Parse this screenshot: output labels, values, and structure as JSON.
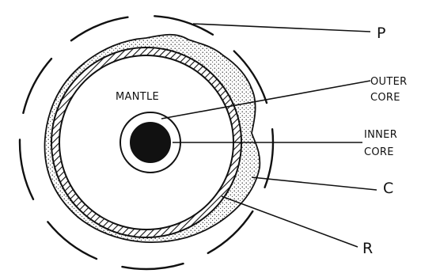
{
  "diagram": {
    "labels": {
      "mantle": "MANTLE",
      "outer_core_line1": "OUTER",
      "outer_core_line2": "CORE",
      "inner_core_line1": "INNER",
      "inner_core_line2": "CORE",
      "p": "P",
      "c": "C",
      "r": "R"
    },
    "colors": {
      "ink": "#111111",
      "paper": "#ffffff",
      "inner_core_fill": "#111111"
    }
  }
}
